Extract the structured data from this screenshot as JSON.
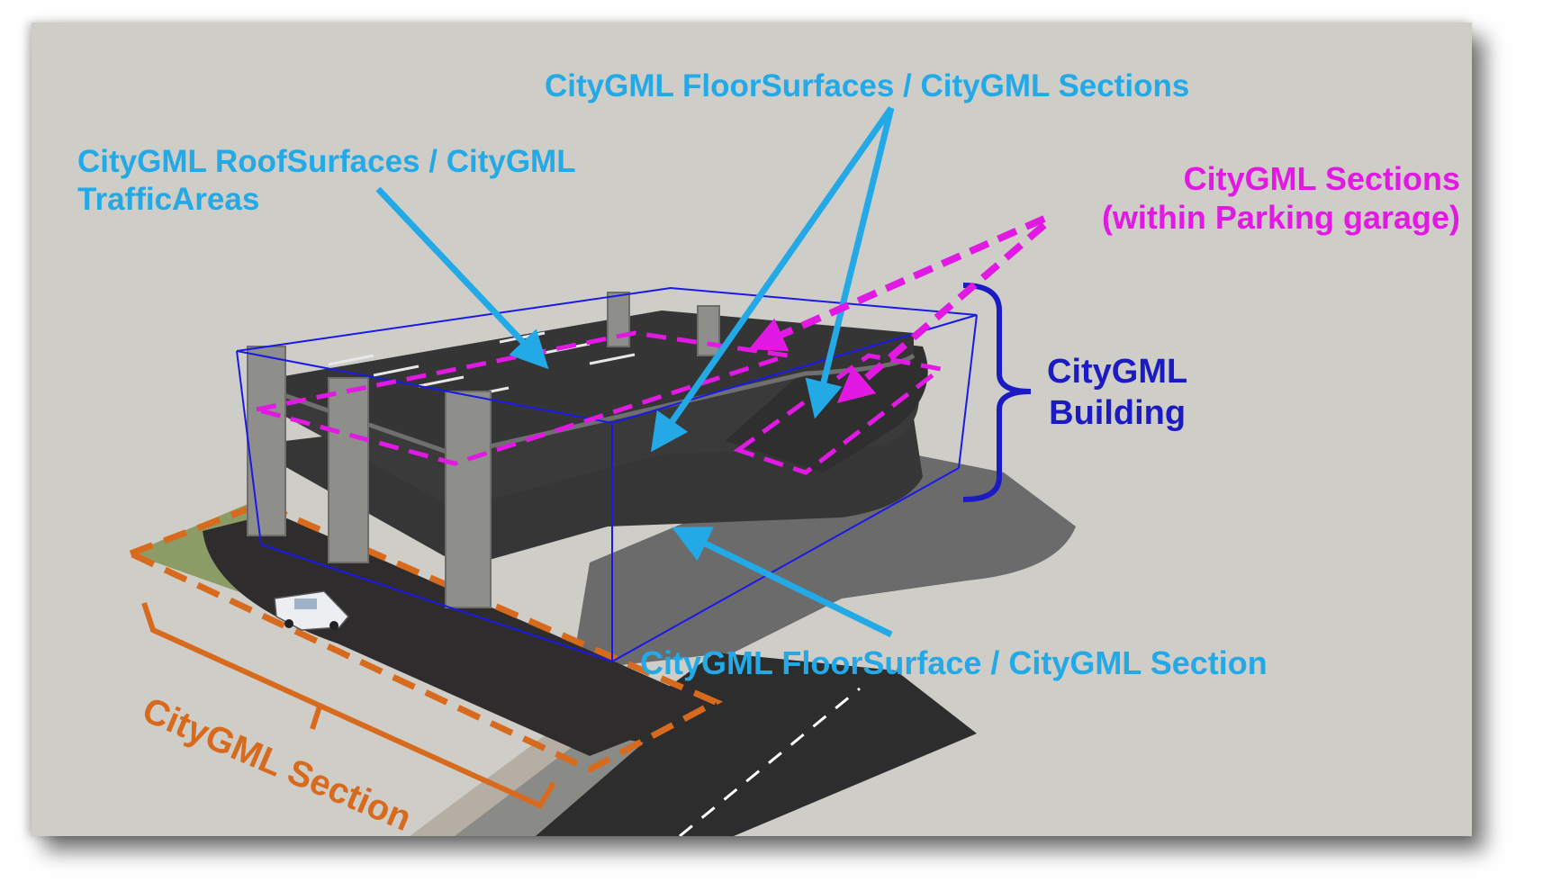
{
  "figure": {
    "background_color": "#cfcdc8",
    "colors": {
      "cyan_labels": "#22a9e6",
      "magenta_labels": "#e219e2",
      "navy_labels": "#1b1bc4",
      "orange_labels": "#d86a1e"
    }
  },
  "labels": {
    "floor_surfaces_sections": "CityGML FloorSurfaces / CityGML Sections",
    "roof_surfaces_line1": "CityGML RoofSurfaces / CityGML",
    "roof_surfaces_line2": "TrafficAreas",
    "sections_line1": "CityGML Sections",
    "sections_line2": "(within Parking garage)",
    "building_line1": "CityGML",
    "building_line2": "Building",
    "floor_surface_section": "CityGML FloorSurface / CityGML Section",
    "section_orange": "CityGML Section"
  }
}
